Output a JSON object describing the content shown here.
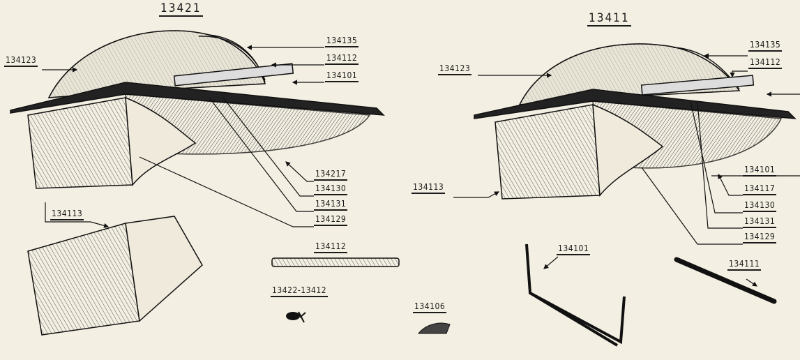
{
  "assemblies": [
    {
      "title": "13421",
      "callouts": [
        "134123",
        "134135",
        "134112",
        "134101",
        "134217",
        "134130",
        "134131",
        "134129",
        "134113"
      ]
    },
    {
      "title": "13411",
      "callouts": [
        "134123",
        "134135",
        "134112",
        "134101",
        "134117",
        "134130",
        "134131",
        "134129",
        "134113"
      ]
    }
  ],
  "loose_parts": [
    "134112",
    "13422-13412",
    "134106",
    "134101",
    "134111"
  ]
}
